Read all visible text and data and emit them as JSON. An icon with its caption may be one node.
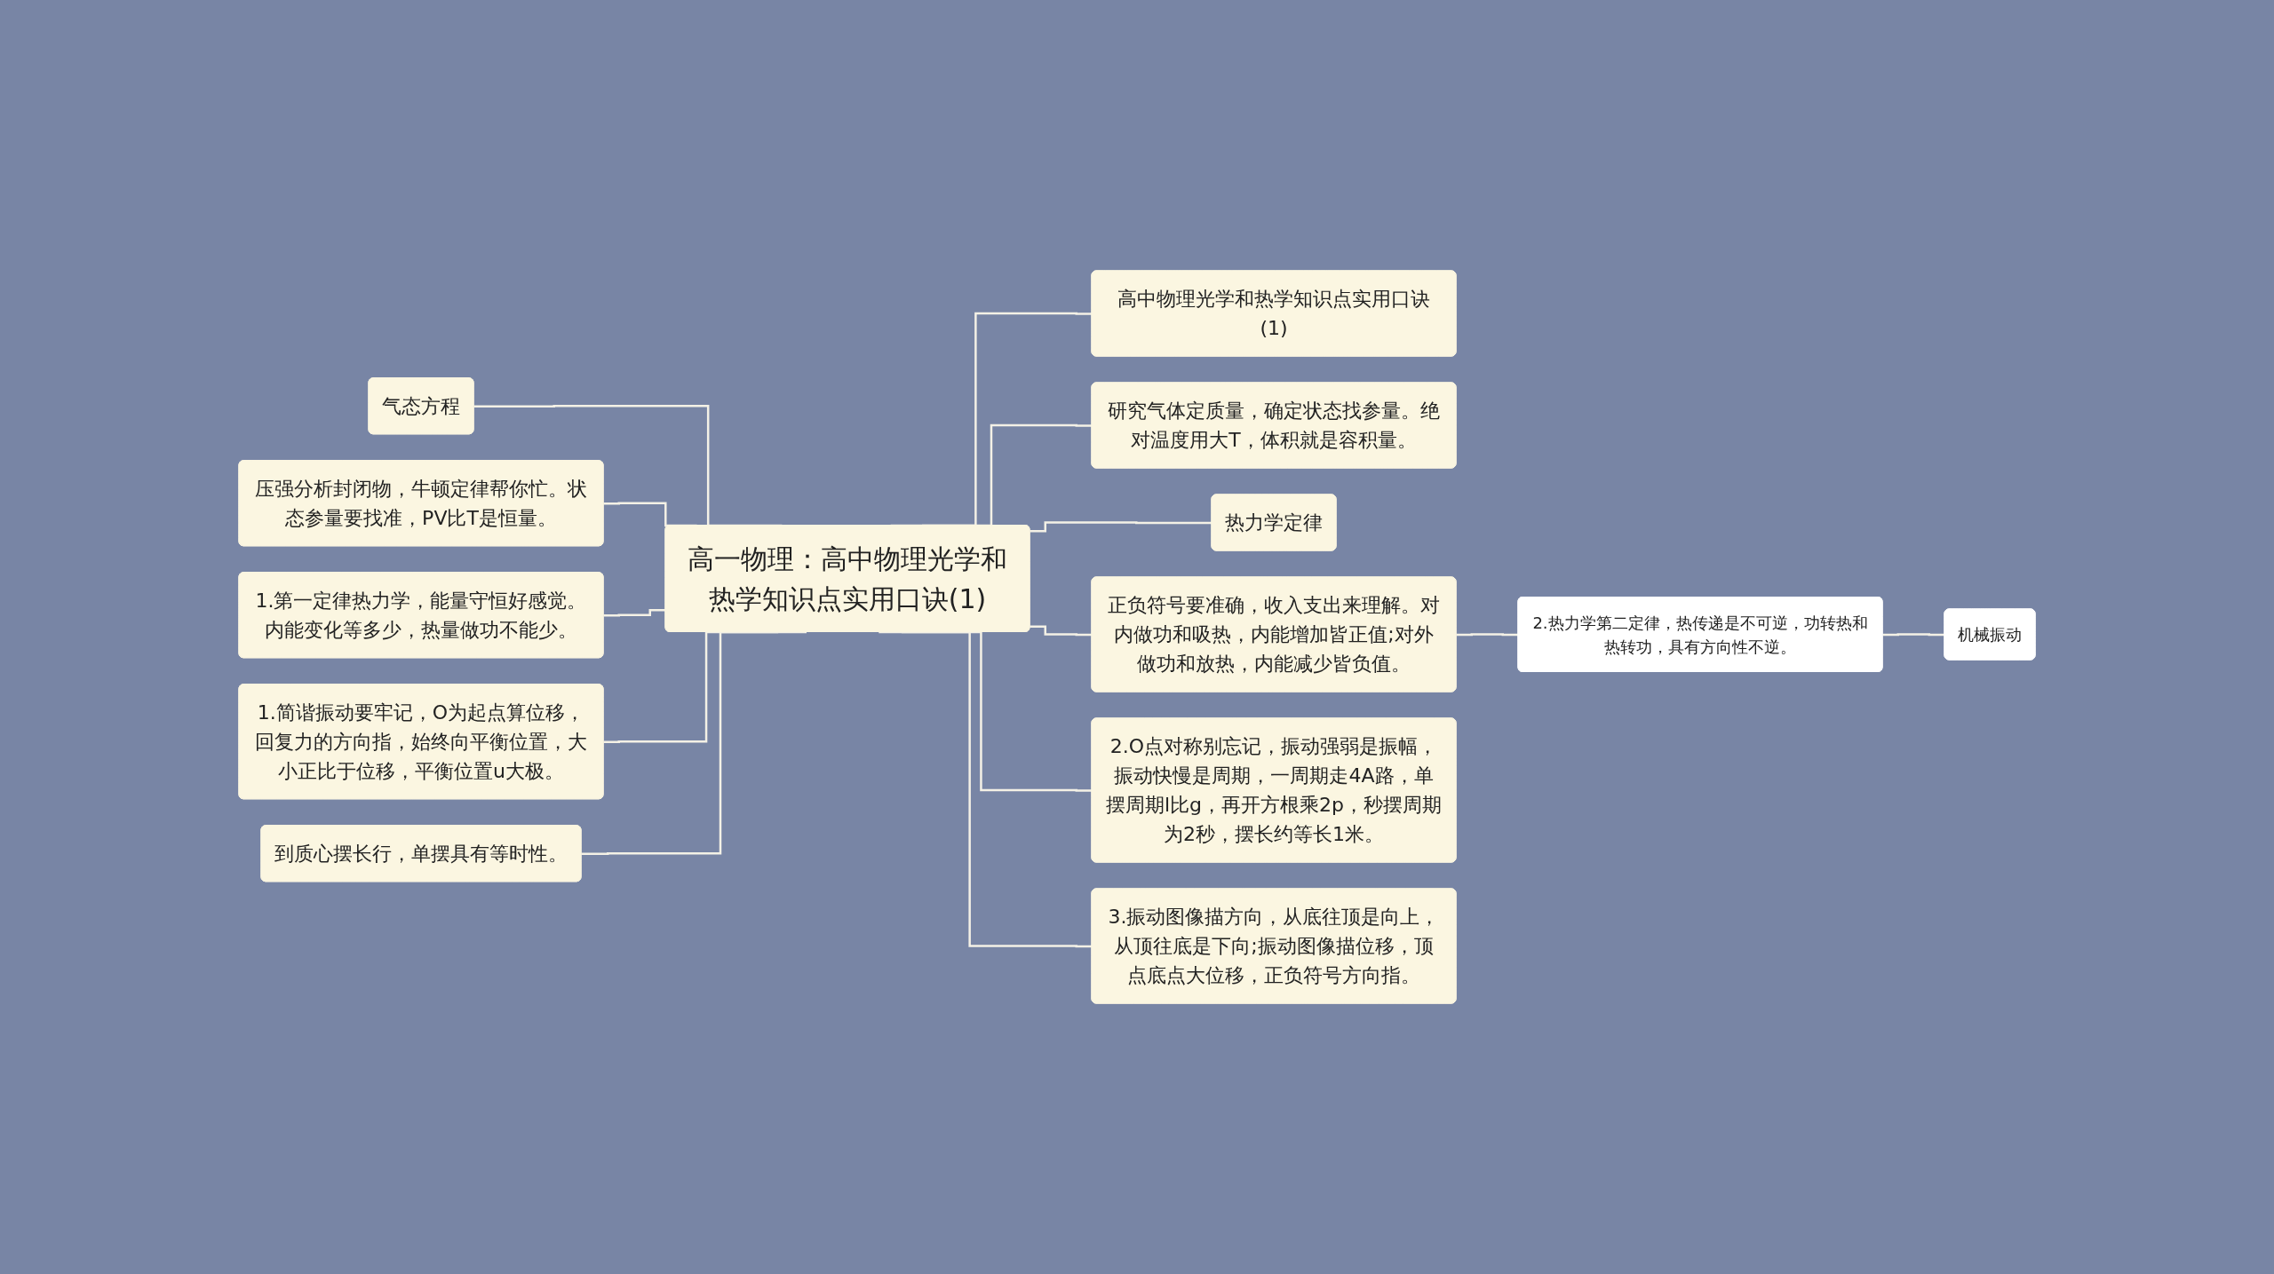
{
  "diagram": {
    "nodes": [
      {
        "text": [
          "高一物理：高中物理光学和热学知识点实用口诀(1)"
        ]
      },
      {
        "text": [
          "气态方程"
        ]
      },
      {
        "text": [
          "压强分析封闭物，牛顿定律帮你忙。状态参量要找准，PV比T是恒量。"
        ]
      },
      {
        "text": [
          "1.第一定律热力学，能量守恒好感觉。内能变化等多少，热量做功不能少。"
        ]
      },
      {
        "text": [
          "1.简谐振动要牢记，O为起点算位移，回复力的方向指，始终向平衡位置，大小正比于位移，平衡位置u大极。"
        ]
      },
      {
        "text": [
          "到质心摆长行，单摆具有等时性。"
        ]
      },
      {
        "text": [
          "高中物理光学和热学知识点实用口诀(1)"
        ]
      },
      {
        "text": [
          "研究气体定质量，确定状态找参量。绝对温度用大T，体积就是容积量。"
        ]
      },
      {
        "text": [
          "热力学定律"
        ]
      },
      {
        "text": [
          "正负符号要准确，收入支出来理解。对内做功和吸热，内能增加皆正值;对外做功和放热，内能减少皆负值。"
        ]
      },
      {
        "text": [
          "2.O点对称别忘记，振动强弱是振幅，振动快慢是周期，一周期走4A路，单摆周期l比g，再开方根乘2p，秒摆周期为2秒，摆长约等长1米。"
        ]
      },
      {
        "text": [
          "3.振动图像描方向，从底往顶是向上，从顶往底是下向;振动图像描位移，顶点底点大位移，正负符号方向指。"
        ]
      },
      {
        "text": [
          "2.热力学第二定律，热传递是不可逆，功转热和热转功，具有方向性不逆。"
        ]
      },
      {
        "text": [
          "机械振动"
        ]
      }
    ],
    "edges": [
      {
        "from": 1,
        "to": 0,
        "arrow": "none"
      },
      {
        "from": 2,
        "to": 0,
        "arrow": "none"
      },
      {
        "from": 3,
        "to": 0,
        "arrow": "none"
      },
      {
        "from": 4,
        "to": 0,
        "arrow": "none"
      },
      {
        "from": 5,
        "to": 0,
        "arrow": "none"
      },
      {
        "from": 0,
        "to": 6,
        "arrow": "none"
      },
      {
        "from": 0,
        "to": 7,
        "arrow": "none"
      },
      {
        "from": 0,
        "to": 8,
        "arrow": "none"
      },
      {
        "from": 0,
        "to": 9,
        "arrow": "none"
      },
      {
        "from": 0,
        "to": 10,
        "arrow": "none"
      },
      {
        "from": 0,
        "to": 11,
        "arrow": "none"
      },
      {
        "from": 9,
        "to": 12,
        "arrow": "none"
      },
      {
        "from": 12,
        "to": 13,
        "arrow": "none"
      }
    ]
  }
}
